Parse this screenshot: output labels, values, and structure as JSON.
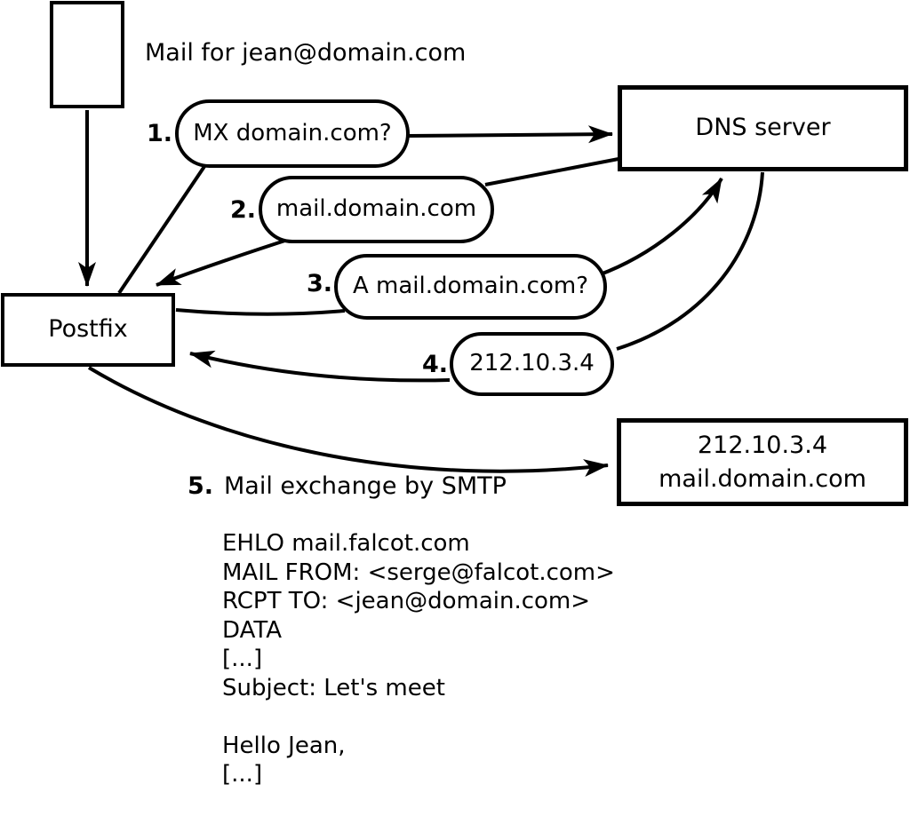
{
  "title": "Mail for jean@domain.com",
  "nodes": {
    "postfix": {
      "label": "Postfix"
    },
    "dns": {
      "label": "DNS server"
    },
    "mailserver": {
      "line1": "212.10.3.4",
      "line2": "mail.domain.com"
    }
  },
  "steps": [
    {
      "num": "1.",
      "label": "MX domain.com?"
    },
    {
      "num": "2.",
      "label": "mail.domain.com"
    },
    {
      "num": "3.",
      "label": "A mail.domain.com?"
    },
    {
      "num": "4.",
      "label": "212.10.3.4"
    },
    {
      "num": "5.",
      "label": "Mail exchange by SMTP"
    }
  ],
  "smtp_session": "EHLO mail.falcot.com\nMAIL FROM: <serge@falcot.com>\nRCPT TO: <jean@domain.com>\nDATA\n[...]\nSubject: Let's meet\n\nHello Jean,\n[...]\n\n.",
  "colors": {
    "ink": "#000000",
    "background": "#ffffff"
  }
}
